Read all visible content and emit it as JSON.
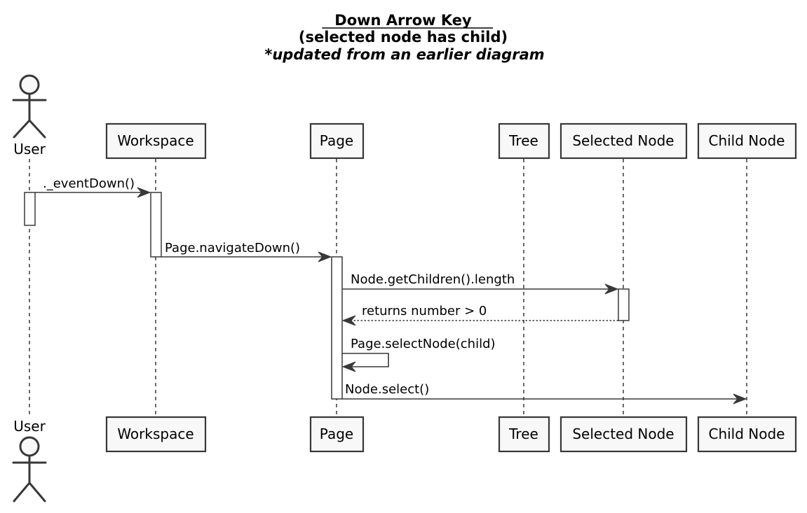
{
  "title": {
    "line1": "Down Arrow Key",
    "line2": "(selected node has child)",
    "line3": "*updated from an earlier diagram"
  },
  "participants": {
    "user": "User",
    "workspace": "Workspace",
    "page": "Page",
    "tree": "Tree",
    "selected_node": "Selected Node",
    "child_node": "Child Node"
  },
  "messages": [
    {
      "from": "User",
      "to": "Workspace",
      "label": "._eventDown()",
      "kind": "call"
    },
    {
      "from": "Workspace",
      "to": "Page",
      "label": "Page.navigateDown()",
      "kind": "call"
    },
    {
      "from": "Page",
      "to": "Selected Node",
      "label": "Node.getChildren().length",
      "kind": "call"
    },
    {
      "from": "Selected Node",
      "to": "Page",
      "label": "returns number > 0",
      "kind": "return"
    },
    {
      "from": "Page",
      "to": "Page",
      "label": "Page.selectNode(child)",
      "kind": "self"
    },
    {
      "from": "Page",
      "to": "Child Node",
      "label": "Node.select()",
      "kind": "call"
    }
  ],
  "colors": {
    "line": "#383838",
    "participant_fill": "#f8f8f8",
    "text": "#000000",
    "background": "#ffffff"
  }
}
